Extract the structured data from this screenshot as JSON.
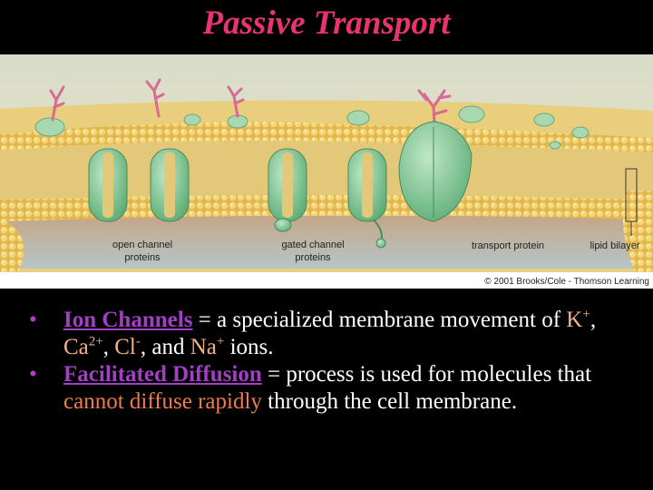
{
  "slide": {
    "title": "Passive Transport"
  },
  "figure": {
    "labels": {
      "open_channel_line1": "open channel",
      "open_channel_line2": "proteins",
      "gated_channel_line1": "gated channel",
      "gated_channel_line2": "proteins",
      "transport_protein": "transport protein",
      "lipid_bilayer": "lipid bilayer"
    },
    "copyright": "© 2001 Brooks/Cole - Thomson Learning"
  },
  "bullets": [
    {
      "term": "Ion Channels",
      "rest": " = a specialized membrane movement of ",
      "ion1": "K",
      "ion1_sup": "+",
      "sep1": ", ",
      "ion2": "Ca",
      "ion2_sup": "2+",
      "sep2": ", ",
      "ion3": "Cl",
      "ion3_sup": "-",
      "sep3": ", and ",
      "ion4": "Na",
      "ion4_sup": "+",
      "end": " ions."
    },
    {
      "term": "Facilitated Diffusion",
      "rest": " = process is used for molecules that ",
      "highlight": "cannot diffuse rapidly",
      "end": " through the cell membrane."
    }
  ],
  "colors": {
    "title": "#e8336f",
    "term": "#a23fc4",
    "ion": "#f2b08a",
    "highlight": "#f07b4e",
    "body_text": "#ffffff",
    "background": "#000000"
  }
}
